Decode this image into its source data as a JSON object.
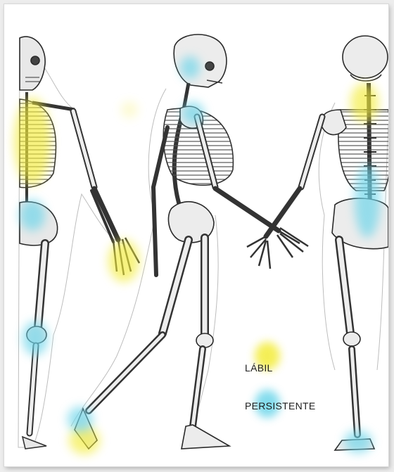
{
  "legend": {
    "labile": {
      "label": "LÁBIL",
      "color": "#f3ec3a"
    },
    "persistent": {
      "label": "PERSISTENTE",
      "color": "#6fd6ea"
    }
  },
  "illustration": {
    "subject": "anatomical-skeleton-engraving",
    "figures": [
      "skeleton-front-left",
      "skeleton-walking-profile",
      "skeleton-back-right"
    ]
  }
}
